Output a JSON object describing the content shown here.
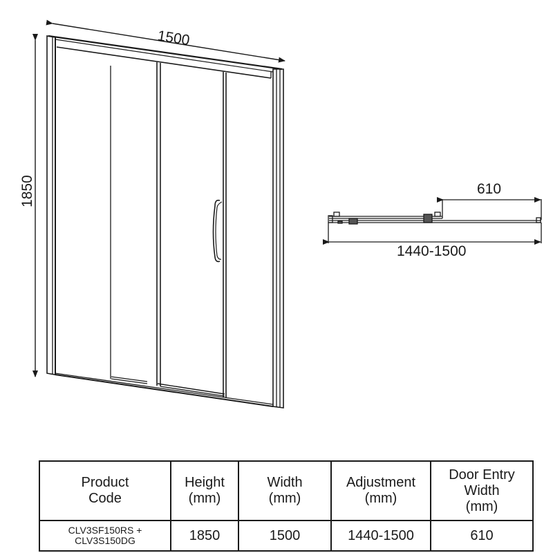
{
  "drawing": {
    "front_view": {
      "width_label": "1500",
      "height_label": "1850"
    },
    "plan_view": {
      "door_entry_label": "610",
      "adjustment_label": "1440-1500"
    }
  },
  "spec_table": {
    "headers": [
      [
        "Product",
        "Code"
      ],
      [
        "Height",
        "(mm)"
      ],
      [
        "Width",
        "(mm)"
      ],
      [
        "Adjustment",
        "(mm)"
      ],
      [
        "Door Entry",
        "Width",
        "(mm)"
      ]
    ],
    "rows": [
      {
        "product_code": [
          "CLV3SF150RS +",
          "CLV3S150DG"
        ],
        "height": "1850",
        "width": "1500",
        "adjustment": "1440-1500",
        "door_entry_width": "610"
      }
    ]
  }
}
